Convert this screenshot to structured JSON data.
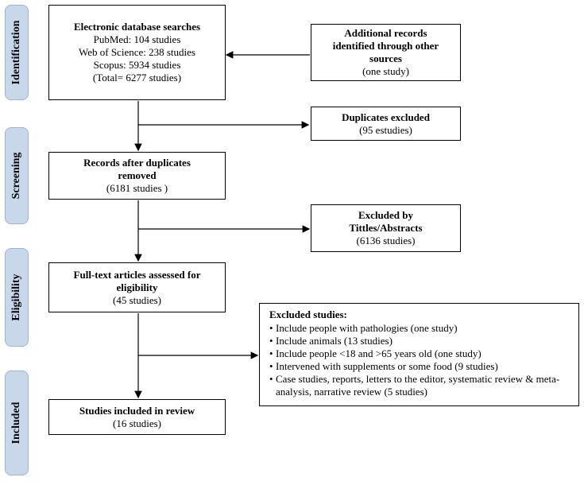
{
  "stages": [
    "Identification",
    "Screening",
    "Eligibility",
    "Included"
  ],
  "db_search": {
    "title": "Electronic database searches",
    "lines": [
      "PubMed: 104  studies",
      "Web of Science: 238 studies",
      "Scopus: 5934 studies",
      "(Total= 6277 studies)"
    ]
  },
  "additional": {
    "title_line1": "Additional records",
    "title_line2": "identified through other",
    "title_line3": "sources",
    "count": "(one study)"
  },
  "duplicates": {
    "title": "Duplicates excluded",
    "count": "(95 estudies)"
  },
  "after_dup": {
    "title_line1": "Records after duplicates",
    "title_line2": "removed",
    "count": "(6181 studies )"
  },
  "excl_titles": {
    "title_line1": "Excluded by",
    "title_line2": "Tittles/Abstracts",
    "count": "(6136 studies)"
  },
  "fulltext": {
    "title_line1": "Full-text articles assessed for",
    "title_line2": "eligibility",
    "count": "(45 studies)"
  },
  "excl_studies": {
    "title": "Excluded studies:",
    "items": [
      "Include people with pathologies (one study)",
      "Include animals (13 studies)",
      "Include people <18 and >65 years old (one study)",
      "Intervened with supplements or some food (9 studies)",
      "Case studies, reports, letters to the editor, systematic review & meta-analysis, narrative review (5 studies)"
    ]
  },
  "included": {
    "title": "Studies included in review",
    "count": "(16 studies)"
  }
}
